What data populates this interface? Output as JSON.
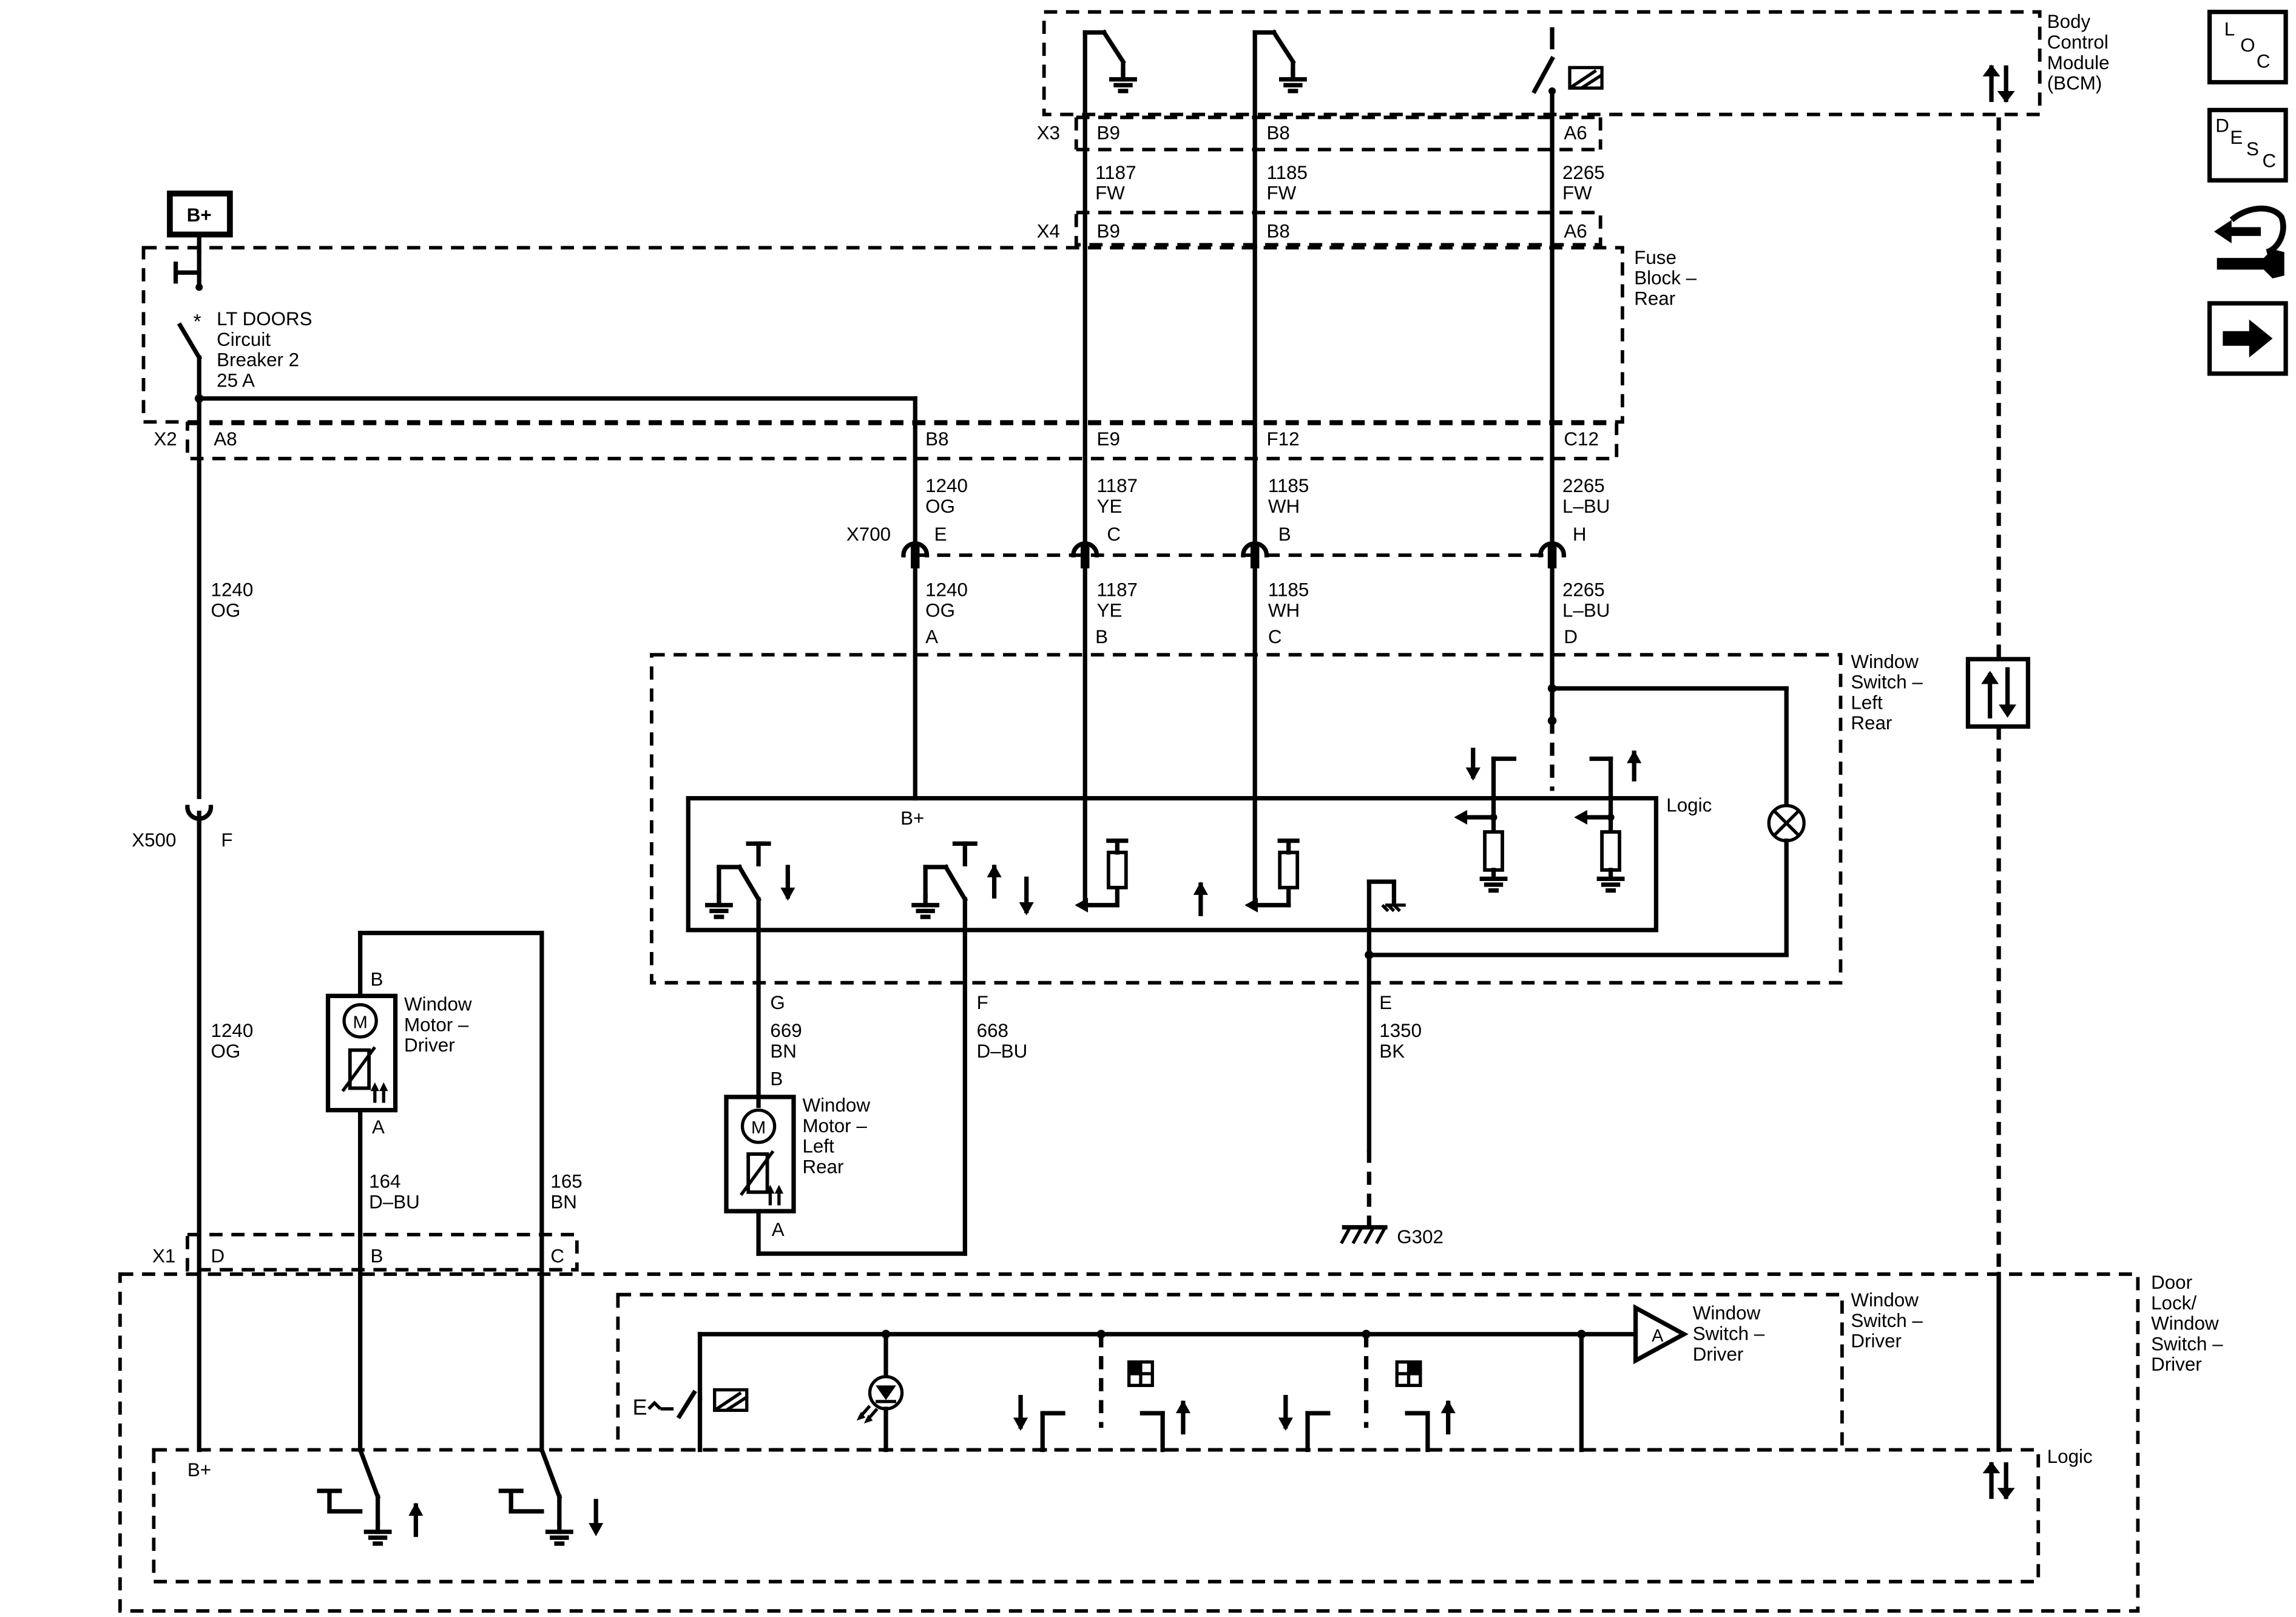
{
  "modules": {
    "bcm": [
      "Body",
      "Control",
      "Module",
      "(BCM)"
    ],
    "fuse_block": [
      "Fuse",
      "Block –",
      "Rear"
    ],
    "window_switch_lr": [
      "Window",
      "Switch –",
      "Left",
      "Rear"
    ],
    "window_switch_driver_outer": [
      "Window",
      "Switch –",
      "Driver"
    ],
    "door_lock_module": [
      "Door",
      "Lock/",
      "Window",
      "Switch –",
      "Driver"
    ],
    "window_switch_driver_amp": [
      "Window",
      "Switch –",
      "Driver"
    ],
    "window_motor_driver": [
      "Window",
      "Motor –",
      "Driver"
    ],
    "window_motor_lr": [
      "Window",
      "Motor –",
      "Left",
      "Rear"
    ],
    "logic_label": "Logic",
    "bplus_label": "B+",
    "motor_symbol": "M",
    "amp_symbol": "A"
  },
  "power": {
    "source_label": "B+",
    "breaker": [
      "LT DOORS",
      "Circuit",
      "Breaker 2",
      "25 A"
    ]
  },
  "connectors": {
    "x3": {
      "name": "X3",
      "pins": [
        "B9",
        "B8",
        "A6"
      ]
    },
    "x4": {
      "name": "X4",
      "pins": [
        "B9",
        "B8",
        "A6"
      ]
    },
    "x2": {
      "name": "X2",
      "pins": [
        "A8",
        "B8",
        "E9",
        "F12",
        "C12"
      ]
    },
    "x700": {
      "name": "X700",
      "pins": [
        "E",
        "C",
        "B",
        "H"
      ]
    },
    "lr_switch_pins": [
      "A",
      "B",
      "C",
      "D",
      "G",
      "F",
      "E"
    ],
    "x500": {
      "name": "X500",
      "pin": "F"
    },
    "driver_motor_pins": [
      "B",
      "A"
    ],
    "lr_motor_pins": [
      "B",
      "A"
    ],
    "x1": {
      "name": "X1",
      "pins": [
        "D",
        "B",
        "C"
      ]
    }
  },
  "wires": {
    "w1187_fw": [
      "1187",
      "FW"
    ],
    "w1185_fw": [
      "1185",
      "FW"
    ],
    "w2265_fw": [
      "2265",
      "FW"
    ],
    "w1240_og_a": [
      "1240",
      "OG"
    ],
    "w1187_ye_a": [
      "1187",
      "YE"
    ],
    "w1185_wh_a": [
      "1185",
      "WH"
    ],
    "w2265_lbu_a": [
      "2265",
      "L–BU"
    ],
    "w1240_og_b": [
      "1240",
      "OG"
    ],
    "w1187_ye_b": [
      "1187",
      "YE"
    ],
    "w1185_wh_b": [
      "1185",
      "WH"
    ],
    "w2265_lbu_b": [
      "2265",
      "L–BU"
    ],
    "w1240_og_c": [
      "1240",
      "OG"
    ],
    "w1240_og_d": [
      "1240",
      "OG"
    ],
    "w669_bn": [
      "669",
      "BN"
    ],
    "w668_dbu": [
      "668",
      "D–BU"
    ],
    "w1350_bk": [
      "1350",
      "BK"
    ],
    "w164_dbu": [
      "164",
      "D–BU"
    ],
    "w165_bn": [
      "165",
      "BN"
    ]
  },
  "ground": {
    "label": "G302"
  },
  "legend_icons": [
    "loc-icon",
    "desc-icon",
    "wiring-repair-icon",
    "next-page-arrow-icon"
  ],
  "legend": {
    "loc": [
      "L",
      "O",
      "C"
    ],
    "desc": [
      "D",
      "E",
      "S",
      "C"
    ]
  }
}
